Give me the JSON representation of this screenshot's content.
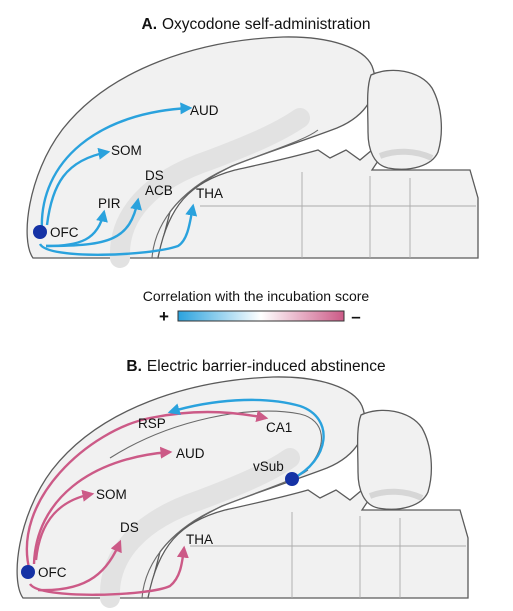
{
  "panel_a": {
    "letter": "A.",
    "title": "Oxycodone self-administration",
    "labels": {
      "aud": "AUD",
      "som": "SOM",
      "pir": "PIR",
      "ds": "DS",
      "acb": "ACB",
      "tha": "THA",
      "ofc": "OFC"
    }
  },
  "legend": {
    "title": "Correlation with the incubation score",
    "positive_sign": "+",
    "negative_sign": "–",
    "colors": {
      "positive": "#2aa2dd",
      "neutral": "#ffffff",
      "negative": "#cc5a87"
    }
  },
  "panel_b": {
    "letter": "B.",
    "title": "Electric barrier-induced abstinence",
    "labels": {
      "rsp": "RSP",
      "ca1": "CA1",
      "aud": "AUD",
      "vsub": "vSub",
      "som": "SOM",
      "ds": "DS",
      "tha": "THA",
      "ofc": "OFC"
    }
  },
  "colors": {
    "positive_path": "#2aa2dd",
    "negative_path": "#cc5a87",
    "node": "#1532a5",
    "brain_fill": "#f1f1f1",
    "brain_outline": "#5b5b5b"
  }
}
